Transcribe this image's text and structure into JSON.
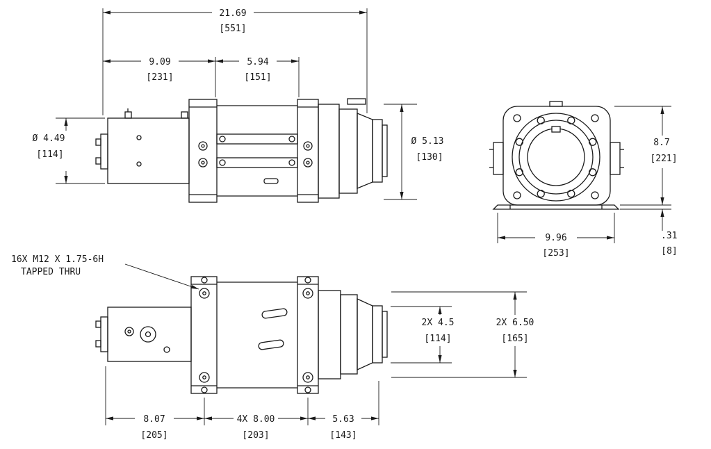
{
  "meta": {
    "type": "engineering-dimension-drawing",
    "subject": "winch three-view dimensional drawing",
    "units": "inches [mm]"
  },
  "note": {
    "line1": "16X M12 X 1.75-6H",
    "line2": "TAPPED THRU"
  },
  "dims": {
    "overall_length": {
      "in": "21.69",
      "mm": "[551]"
    },
    "motor_section": {
      "in": "9.09",
      "mm": "[231]"
    },
    "drum_section": {
      "in": "5.94",
      "mm": "[151]"
    },
    "motor_diameter": {
      "in": "Ø 4.49",
      "mm": "[114]"
    },
    "drum_diameter": {
      "in": "Ø 5.13",
      "mm": "[130]"
    },
    "end_height": {
      "in": "8.7",
      "mm": "[221]"
    },
    "base_thickness": {
      "in": ".31",
      "mm": "[8]"
    },
    "end_width": {
      "in": "9.96",
      "mm": "[253]"
    },
    "span_inner": {
      "in": "2X 4.5",
      "mm": "[114]"
    },
    "span_outer": {
      "in": "2X 6.50",
      "mm": "[165]"
    },
    "bottom_left": {
      "in": "8.07",
      "mm": "[205]"
    },
    "bottom_middle": {
      "in": "4X 8.00",
      "mm": "[203]"
    },
    "bottom_right": {
      "in": "5.63",
      "mm": "[143]"
    }
  }
}
